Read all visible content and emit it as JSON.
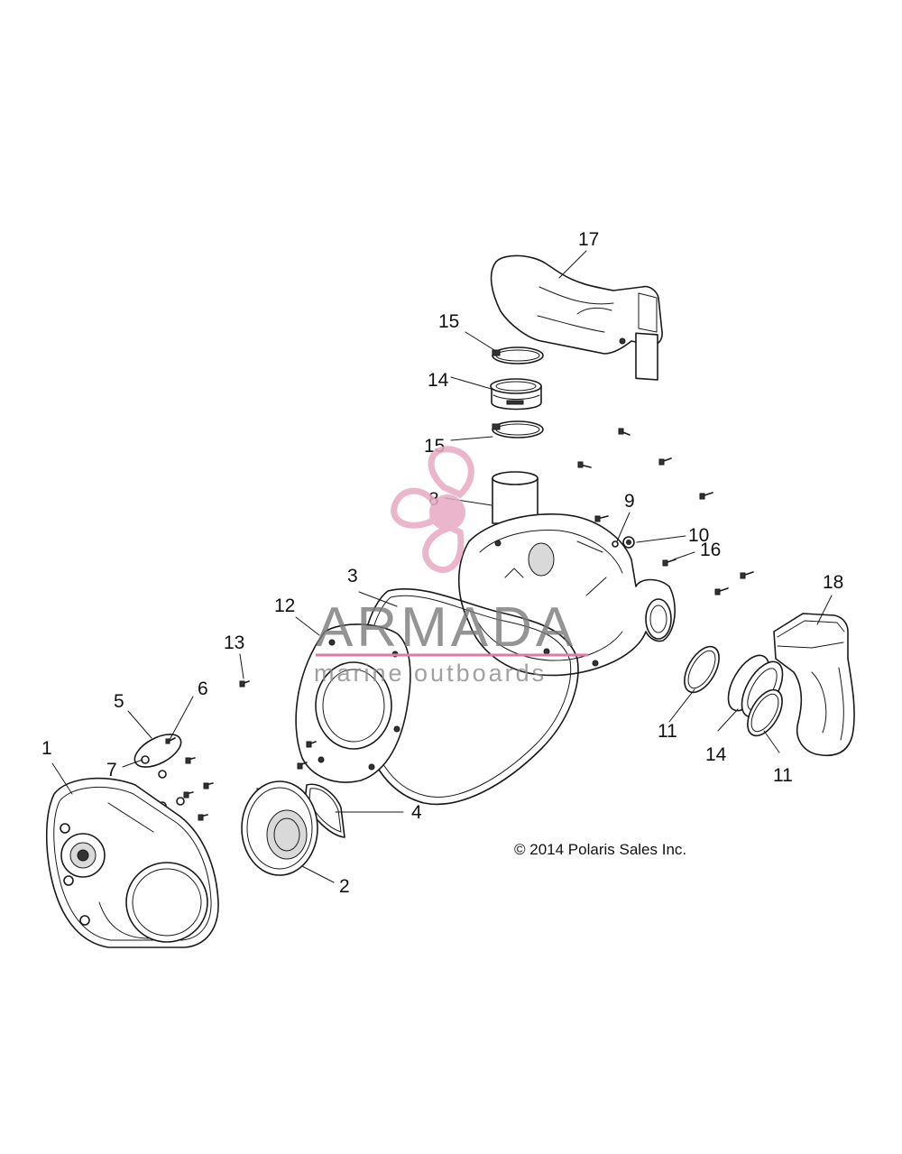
{
  "callouts": [
    {
      "number": "1"
    },
    {
      "number": "2"
    },
    {
      "number": "3"
    },
    {
      "number": "4"
    },
    {
      "number": "5"
    },
    {
      "number": "6"
    },
    {
      "number": "7"
    },
    {
      "number": "8"
    },
    {
      "number": "9"
    },
    {
      "number": "10"
    },
    {
      "number": "11"
    },
    {
      "number": "11"
    },
    {
      "number": "12"
    },
    {
      "number": "13"
    },
    {
      "number": "14"
    },
    {
      "number": "14"
    },
    {
      "number": "15"
    },
    {
      "number": "15"
    },
    {
      "number": "16"
    },
    {
      "number": "17"
    },
    {
      "number": "18"
    }
  ],
  "copyright": "© 2014 Polaris Sales Inc.",
  "watermark": {
    "brand": "ARMADA",
    "tagline": "marine outboards",
    "logo_icon": "propeller-icon",
    "colors": {
      "logo": "#e8a9c4",
      "line": "#e07aa8",
      "text": "#7a7a7a"
    }
  }
}
